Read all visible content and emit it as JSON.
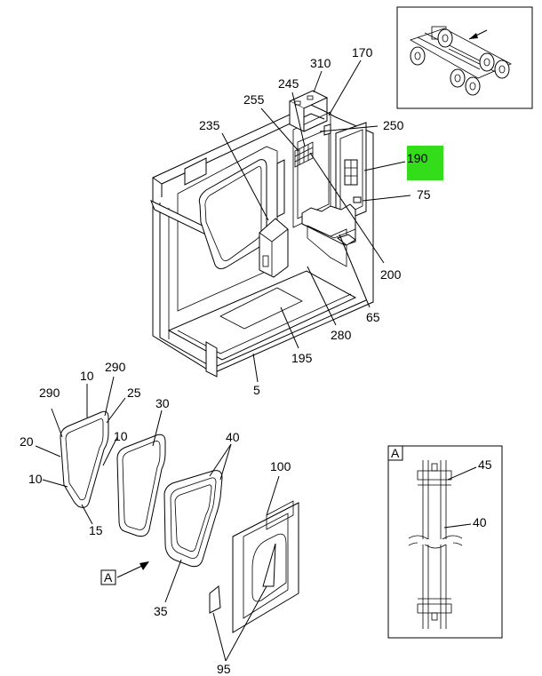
{
  "callouts": {
    "c310": "310",
    "c170": "170",
    "c245": "245",
    "c255": "255",
    "c250": "250",
    "c235": "235",
    "c190": "190",
    "c75": "75",
    "c200": "200",
    "c65": "65",
    "c280": "280",
    "c195": "195",
    "c5": "5",
    "c290a": "290",
    "c10a": "10",
    "c290b": "290",
    "c25": "25",
    "c20": "20",
    "c10b": "10",
    "c10c": "10",
    "c15": "15",
    "c30": "30",
    "c40a": "40",
    "c35": "35",
    "c100": "100",
    "c95": "95",
    "c45": "45",
    "c40b": "40"
  },
  "detail_labels": {
    "view_ref": "A",
    "detail_box": "A"
  },
  "highlight": {
    "part": "190",
    "color": "#33dd1a"
  }
}
